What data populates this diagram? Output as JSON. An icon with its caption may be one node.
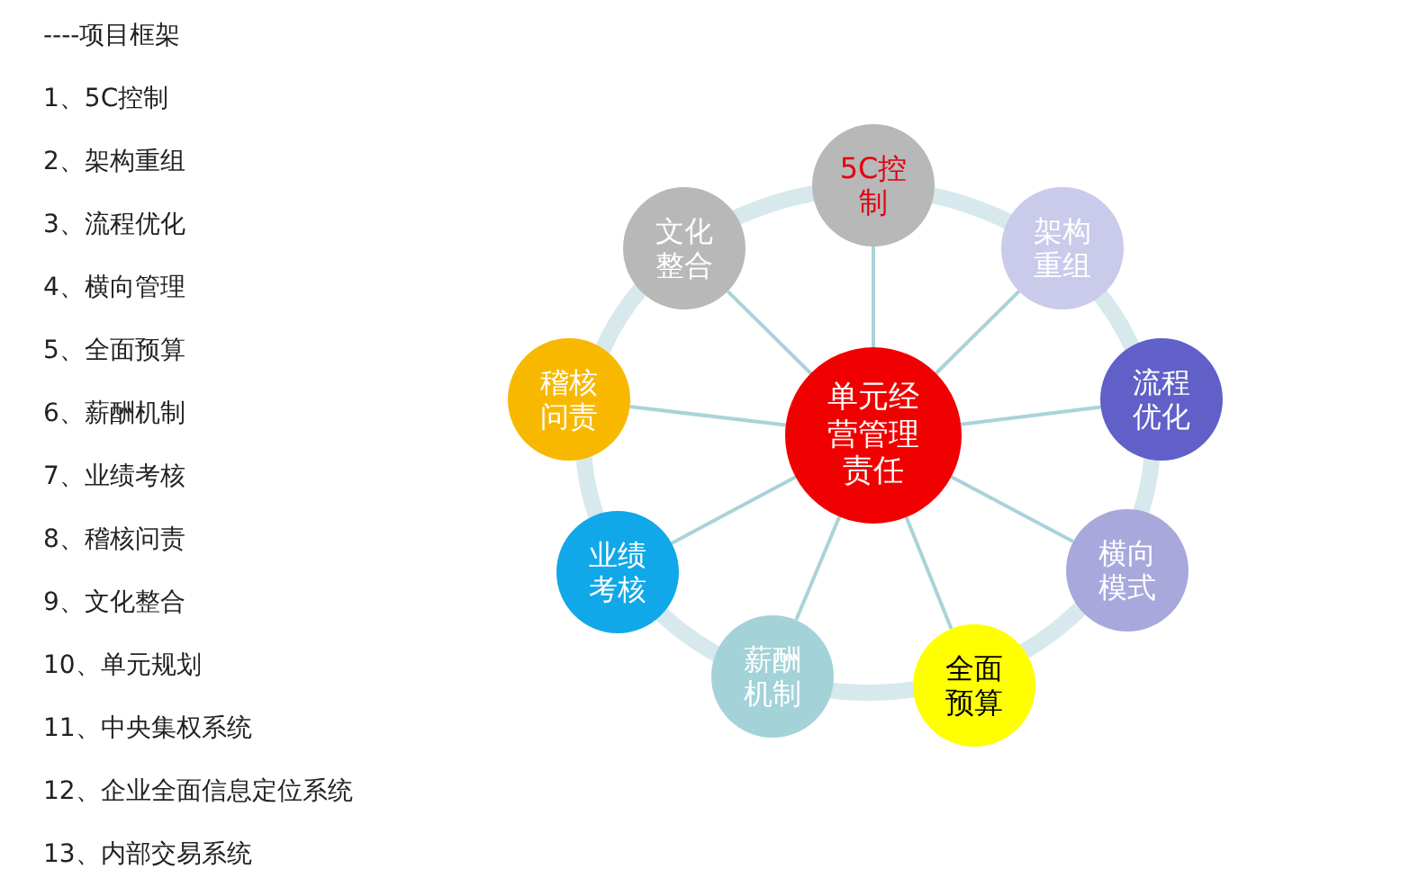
{
  "diagram": {
    "nodes": [
      {
        "text": [
          "单元经营管理责任"
        ]
      },
      {
        "text": [
          "5C控制"
        ]
      },
      {
        "text": [
          "架构重组"
        ]
      },
      {
        "text": [
          "流程优化"
        ]
      },
      {
        "text": [
          "横向模式"
        ]
      },
      {
        "text": [
          "全面预算"
        ]
      },
      {
        "text": [
          "薪酬机制"
        ]
      },
      {
        "text": [
          "业绩考核"
        ]
      },
      {
        "text": [
          "稽核问责"
        ]
      },
      {
        "text": [
          "文化整合"
        ]
      }
    ],
    "edges": [
      {
        "from": 0,
        "to": 1,
        "arrow": "none"
      },
      {
        "from": 0,
        "to": 2,
        "arrow": "none"
      },
      {
        "from": 0,
        "to": 3,
        "arrow": "none"
      },
      {
        "from": 0,
        "to": 4,
        "arrow": "none"
      },
      {
        "from": 0,
        "to": 5,
        "arrow": "none"
      },
      {
        "from": 0,
        "to": 6,
        "arrow": "none"
      },
      {
        "from": 0,
        "to": 7,
        "arrow": "none"
      },
      {
        "from": 0,
        "to": 8,
        "arrow": "none"
      },
      {
        "from": 0,
        "to": 9,
        "arrow": "none"
      }
    ],
    "labels": [
      "----项目框架",
      "1、5C控制",
      "2、架构重组",
      "3、流程优化",
      "4、横向管理",
      "5、全面预算",
      "6、薪酬机制",
      "7、业绩考核",
      "8、稽核问责",
      "9、文化整合",
      "10、单元规划",
      "11、中央集权系统",
      "12、企业全面信息定位系统",
      "13、内部交易系统"
    ]
  }
}
